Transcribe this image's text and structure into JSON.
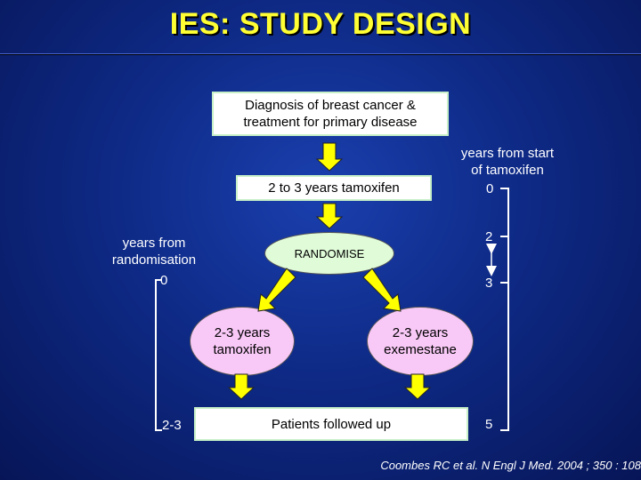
{
  "title": "IES: STUDY DESIGN",
  "boxes": {
    "diagnosis_line1": "Diagnosis of breast cancer &",
    "diagnosis_line2": "treatment for primary disease",
    "tamoxifen_initial": "2 to 3 years tamoxifen",
    "followed_up": "Patients followed up"
  },
  "randomise": "RANDOMISE",
  "arms": {
    "left_line1": "2-3 years",
    "left_line2": "tamoxifen",
    "right_line1": "2-3 years",
    "right_line2": "exemestane"
  },
  "timeline_start": {
    "label_line1": "years from start",
    "label_line2": "of tamoxifen",
    "ticks": [
      "0",
      "2",
      "3",
      "5"
    ]
  },
  "timeline_randomisation": {
    "label_line1": "years from",
    "label_line2": "randomisation",
    "ticks": [
      "0",
      "2-3"
    ]
  },
  "citation": "Coombes RC et al. N Engl J Med. 2004 ; 350 : 108",
  "colors": {
    "title": "#ffff33",
    "arrow": "#ffff00",
    "box_border": "#c8f0c8",
    "randomise_fill": "#e0fbd8",
    "arm_fill": "#f8c8f6"
  }
}
